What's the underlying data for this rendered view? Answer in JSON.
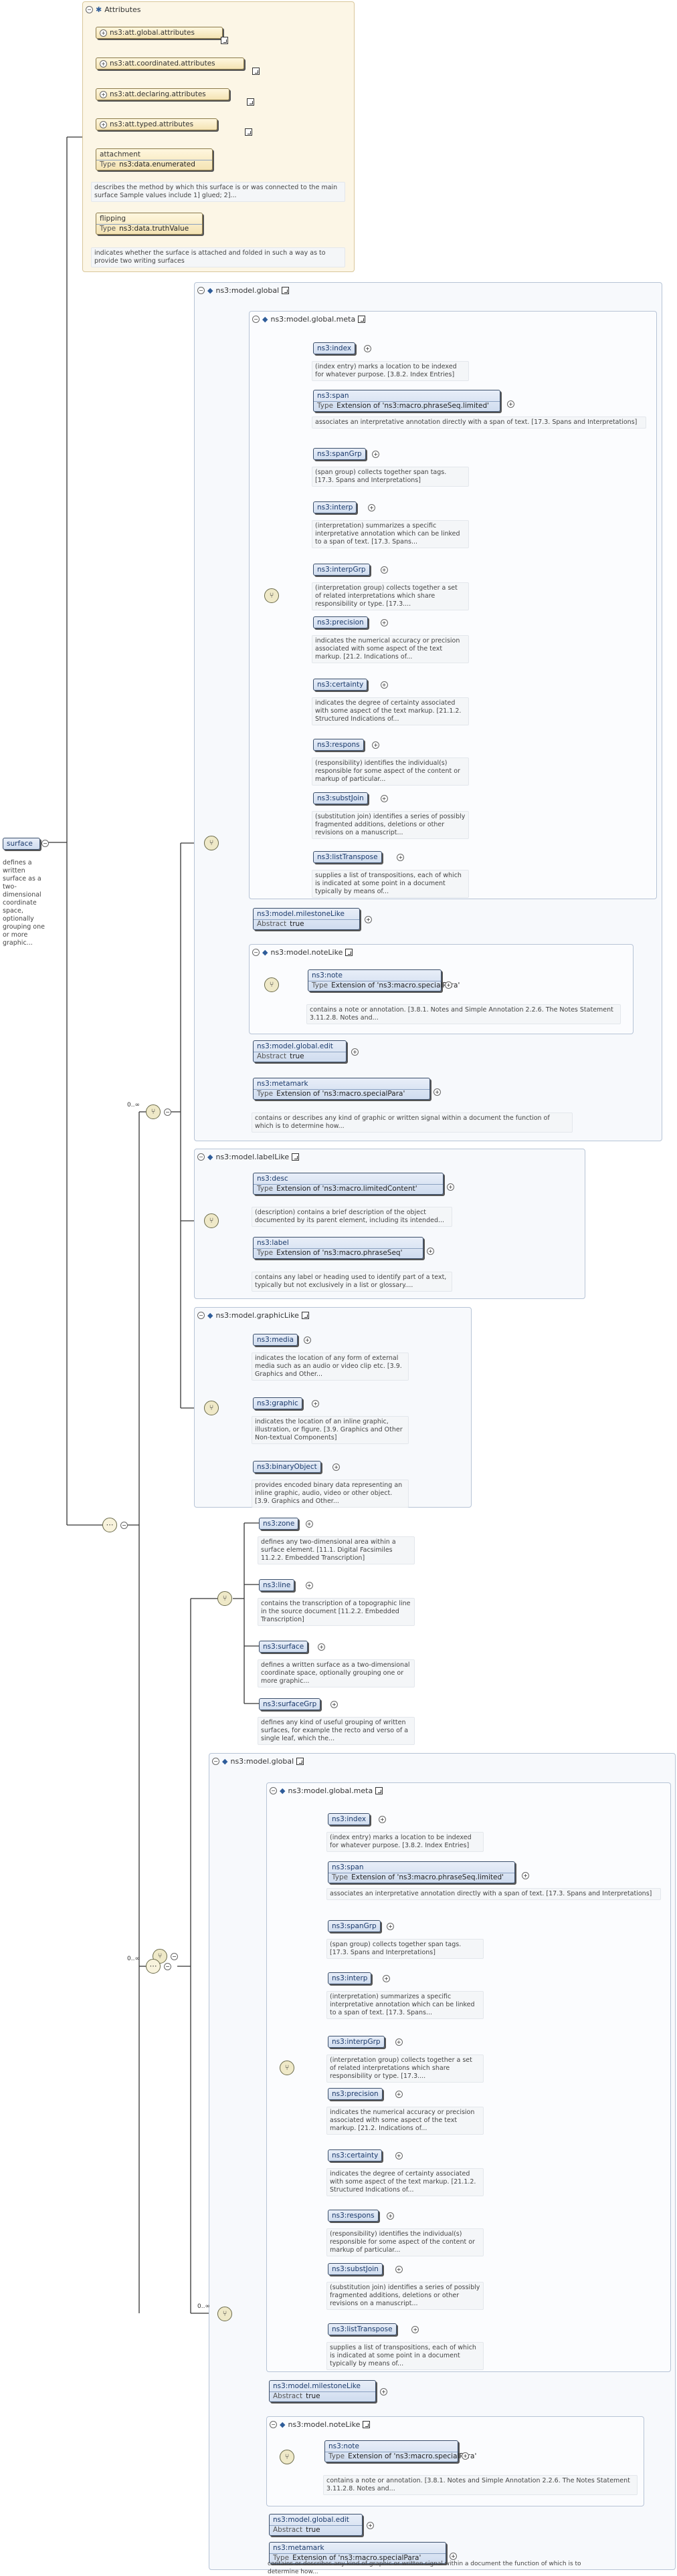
{
  "root": {
    "name": "surface",
    "description": "defines a written surface as a two-dimensional coordinate space, optionally grouping one or more graphic..."
  },
  "attributes": {
    "title": "Attributes",
    "groups": [
      "ns3:att.global.attributes",
      "ns3:att.coordinated.attributes",
      "ns3:att.declaring.attributes",
      "ns3:att.typed.attributes"
    ],
    "attachment": {
      "name": "attachment",
      "type_label": "Type",
      "type": "ns3:data.enumerated",
      "description": "describes the method by which this surface is or was connected to the main surface Sample values include 1] glued; 2]..."
    },
    "flipping": {
      "name": "flipping",
      "type_label": "Type",
      "type": "ns3:data.truthValue",
      "description": "indicates whether the surface is attached and folded in such a way as to provide two writing surfaces"
    }
  },
  "cardinality": {
    "zero_inf": "0..∞"
  },
  "model_global_1": {
    "title": "ns3:model.global",
    "meta_title": "ns3:model.global.meta",
    "meta_items": [
      {
        "name": "ns3:index",
        "desc": "(index entry) marks a location to be indexed for whatever purpose. [3.8.2. Index Entries]"
      },
      {
        "name": "ns3:span",
        "type": "Extension of 'ns3:macro.phraseSeq.limited'",
        "desc": "associates an interpretative annotation directly with a span of text. [17.3. Spans and Interpretations]"
      },
      {
        "name": "ns3:spanGrp",
        "desc": "(span group) collects together span tags. [17.3. Spans and Interpretations]"
      },
      {
        "name": "ns3:interp",
        "desc": "(interpretation) summarizes a specific interpretative annotation which can be linked to a span of text. [17.3. Spans..."
      },
      {
        "name": "ns3:interpGrp",
        "desc": "(interpretation group) collects together a set of related interpretations which share responsibility or type. [17.3...."
      },
      {
        "name": "ns3:precision",
        "desc": "indicates the numerical accuracy or precision associated with some aspect of the text markup. [21.2. Indications of..."
      },
      {
        "name": "ns3:certainty",
        "desc": "indicates the degree of certainty associated with some aspect of the text markup. [21.1.2. Structured Indications of..."
      },
      {
        "name": "ns3:respons",
        "desc": "(responsibility) identifies the individual(s) responsible for some aspect of the content or markup of particular..."
      },
      {
        "name": "ns3:substJoin",
        "desc": "(substitution join) identifies a series of possibly fragmented additions, deletions or other revisions on a manuscript..."
      },
      {
        "name": "ns3:listTranspose",
        "desc": "supplies a list of transpositions, each of which is indicated at some point in a document typically by means of..."
      }
    ],
    "milestone": {
      "name": "ns3:model.milestoneLike",
      "abstract_label": "Abstract",
      "abstract": "true"
    },
    "notelike_title": "ns3:model.noteLike",
    "note": {
      "name": "ns3:note",
      "type": "Extension of 'ns3:macro.specialPara'",
      "desc": "contains a note or annotation. [3.8.1. Notes and Simple Annotation 2.2.6. The Notes Statement 3.11.2.8. Notes and..."
    },
    "edit": {
      "name": "ns3:model.global.edit",
      "abstract_label": "Abstract",
      "abstract": "true"
    },
    "metamark": {
      "name": "ns3:metamark",
      "type": "Extension of 'ns3:macro.specialPara'",
      "desc": "contains or describes any kind of graphic or written signal within a document the function of which is to determine how..."
    }
  },
  "labellike": {
    "title": "ns3:model.labelLike",
    "desc_node": {
      "name": "ns3:desc",
      "type": "Extension of 'ns3:macro.limitedContent'",
      "desc": "(description) contains a brief description of the object documented by its parent element, including its intended..."
    },
    "label_node": {
      "name": "ns3:label",
      "type": "Extension of 'ns3:macro.phraseSeq'",
      "desc": "contains any label or heading used to identify part of a text, typically but not exclusively in a list or glossary...."
    }
  },
  "graphiclike": {
    "title": "ns3:model.graphicLike",
    "items": [
      {
        "name": "ns3:media",
        "desc": "indicates the location of any form of external media such as an audio or video clip etc. [3.9. Graphics and Other..."
      },
      {
        "name": "ns3:graphic",
        "desc": "indicates the location of an inline graphic, illustration, or figure. [3.9. Graphics and Other Non-textual Components]"
      },
      {
        "name": "ns3:binaryObject",
        "desc": "provides encoded binary data representing an inline graphic, audio, video or other object. [3.9. Graphics and Other..."
      }
    ]
  },
  "choice_items": [
    {
      "name": "ns3:zone",
      "desc": "defines any two-dimensional area within a surface element. [11.1. Digital Facsimiles 11.2.2. Embedded Transcription]"
    },
    {
      "name": "ns3:line",
      "desc": "contains the transcription of a topographic line in the source document [11.2.2. Embedded Transcription]"
    },
    {
      "name": "ns3:surface",
      "desc": "defines a written surface as a two-dimensional coordinate space, optionally grouping one or more graphic..."
    },
    {
      "name": "ns3:surfaceGrp",
      "desc": "defines any kind of useful grouping of written surfaces, for example the recto and verso of a single leaf, which the..."
    }
  ],
  "model_global_2": {
    "title": "ns3:model.global",
    "meta_title": "ns3:model.global.meta",
    "meta_items": [
      {
        "name": "ns3:index",
        "desc": "(index entry) marks a location to be indexed for whatever purpose. [3.8.2. Index Entries]"
      },
      {
        "name": "ns3:span",
        "type": "Extension of 'ns3:macro.phraseSeq.limited'",
        "desc": "associates an interpretative annotation directly with a span of text. [17.3. Spans and Interpretations]"
      },
      {
        "name": "ns3:spanGrp",
        "desc": "(span group) collects together span tags. [17.3. Spans and Interpretations]"
      },
      {
        "name": "ns3:interp",
        "desc": "(interpretation) summarizes a specific interpretative annotation which can be linked to a span of text. [17.3. Spans..."
      },
      {
        "name": "ns3:interpGrp",
        "desc": "(interpretation group) collects together a set of related interpretations which share responsibility or type. [17.3...."
      },
      {
        "name": "ns3:precision",
        "desc": "indicates the numerical accuracy or precision associated with some aspect of the text markup. [21.2. Indications of..."
      },
      {
        "name": "ns3:certainty",
        "desc": "indicates the degree of certainty associated with some aspect of the text markup. [21.1.2. Structured Indications of..."
      },
      {
        "name": "ns3:respons",
        "desc": "(responsibility) identifies the individual(s) responsible for some aspect of the content or markup of particular..."
      },
      {
        "name": "ns3:substJoin",
        "desc": "(substitution join) identifies a series of possibly fragmented additions, deletions or other revisions on a manuscript..."
      },
      {
        "name": "ns3:listTranspose",
        "desc": "supplies a list of transpositions, each of which is indicated at some point in a document typically by means of..."
      }
    ],
    "milestone": {
      "name": "ns3:model.milestoneLike",
      "abstract_label": "Abstract",
      "abstract": "true"
    },
    "notelike_title": "ns3:model.noteLike",
    "note": {
      "name": "ns3:note",
      "type": "Extension of 'ns3:macro.specialPara'",
      "desc": "contains a note or annotation. [3.8.1. Notes and Simple Annotation 2.2.6. The Notes Statement 3.11.2.8. Notes and..."
    },
    "edit": {
      "name": "ns3:model.global.edit",
      "abstract_label": "Abstract",
      "abstract": "true"
    },
    "metamark": {
      "name": "ns3:metamark",
      "type": "Extension of 'ns3:macro.specialPara'",
      "desc": "contains or describes any kind of graphic or written signal within a document the function of which is to determine how..."
    }
  }
}
